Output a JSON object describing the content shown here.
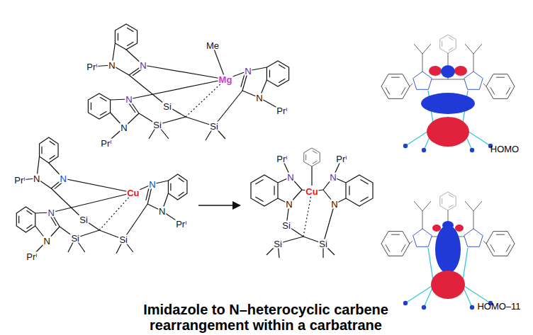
{
  "diagram": {
    "title": "Imidazole to N–heterocyclic carbene rearrangement within a carbatrane",
    "labels": [
      "Me",
      "Prⁱ",
      "N",
      "N",
      "Mg",
      "N",
      "N",
      "Prⁱ",
      "Si",
      "Si",
      "Si",
      "N",
      "N",
      "Prⁱ",
      "Prⁱ",
      "N",
      "N",
      "Cu",
      "N",
      "N",
      "Prⁱ",
      "Si",
      "Si",
      "Si",
      "N",
      "N",
      "Prⁱ",
      "Prⁱ",
      "N",
      "Prⁱ",
      "N",
      "Cu",
      "N",
      "N",
      "Si",
      "Si",
      "Si",
      "HOMO",
      "HOMO–11"
    ]
  }
}
